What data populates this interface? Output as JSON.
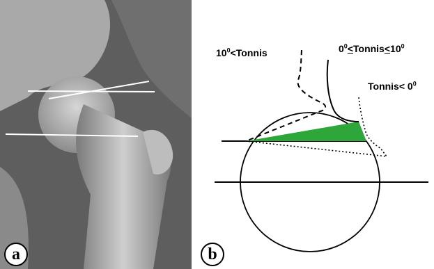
{
  "panel_a": {
    "badge": "a"
  },
  "panel_b": {
    "badge": "b",
    "labels": {
      "tonnis_positive": {
        "pre": "10",
        "sup": "0",
        "post": "<Tonnis"
      },
      "tonnis_normal": {
        "pre": "0",
        "sup1": "0",
        "lte1": "<",
        "mid": "Tonnis",
        "lte2": "<",
        "num": "10",
        "sup2": "0"
      },
      "tonnis_negative": {
        "pre": "Tonnis< 0",
        "sup": "0"
      }
    },
    "colors": {
      "wedge": "#2ea63a",
      "lines": "#000000"
    }
  }
}
